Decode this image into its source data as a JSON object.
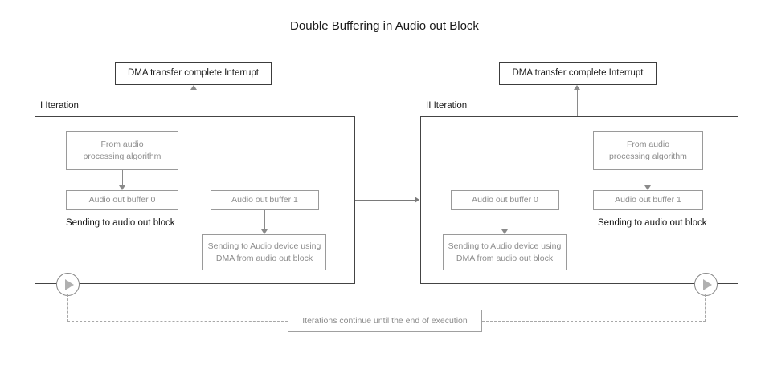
{
  "title": "Double Buffering in Audio out Block",
  "interrupts": [
    {
      "label": "DMA transfer complete Interrupt"
    },
    {
      "label": "DMA transfer complete Interrupt"
    }
  ],
  "iterations": [
    {
      "label": "I Iteration",
      "source_block": "From audio\nprocessing algorithm",
      "source_block_line1": "From audio",
      "source_block_line2": "processing algorithm",
      "active_buffer": "Audio out buffer 0",
      "sending_note": "Sending to audio out block",
      "dma_buffer": "Audio out buffer 1",
      "dma_block_line1": "Sending to Audio device using",
      "dma_block_line2": "DMA from audio out block"
    },
    {
      "label": "II Iteration",
      "source_block": "From audio\nprocessing algorithm",
      "source_block_line1": "From audio",
      "source_block_line2": "processing algorithm",
      "active_buffer": "Audio out buffer 1",
      "sending_note": "Sending to audio out block",
      "dma_buffer": "Audio out buffer 0",
      "dma_block_line1": "Sending to Audio device using",
      "dma_block_line2": "DMA from audio out block"
    }
  ],
  "loop_note": "Iterations continue until the end of execution",
  "colors": {
    "text_dark": "#1a1a1a",
    "text_gray": "#8c8c8c",
    "border_dark": "#3c3c3c",
    "border_gray": "#9a9a9a",
    "connector": "#8a8a8a",
    "dashed": "#a8a8a8"
  }
}
